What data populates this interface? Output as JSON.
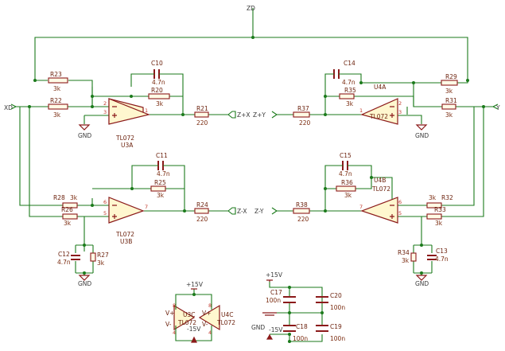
{
  "nets": {
    "top": "ZD",
    "xd": "XD",
    "yd": "Y",
    "z_plus_x": "Z+X",
    "z_plus_y": "Z+Y",
    "z_minus_x": "Z-X",
    "z_minus_y": "Z-Y",
    "gnd": "GND",
    "vpos": "+15V",
    "vneg": "-15V"
  },
  "resistors": {
    "r23": {
      "ref": "R23",
      "value": "3k"
    },
    "r22": {
      "ref": "R22",
      "value": "3k"
    },
    "r20": {
      "ref": "R20",
      "value": "3k"
    },
    "r21": {
      "ref": "R21",
      "value": "220"
    },
    "r28": {
      "ref": "R28",
      "value": "3k"
    },
    "r26": {
      "ref": "R26",
      "value": "3k"
    },
    "r25": {
      "ref": "R25",
      "value": "3k"
    },
    "r24": {
      "ref": "R24",
      "value": "220"
    },
    "r27": {
      "ref": "R27",
      "value": "3k"
    },
    "r29": {
      "ref": "R29",
      "value": "3k"
    },
    "r31": {
      "ref": "R31",
      "value": "3k"
    },
    "r35": {
      "ref": "R35",
      "value": "3k"
    },
    "r37": {
      "ref": "R37",
      "value": "220"
    },
    "r36": {
      "ref": "R36",
      "value": "3k"
    },
    "r32": {
      "ref": "R32",
      "value": "3k"
    },
    "r33": {
      "ref": "R33",
      "value": "3k"
    },
    "r38": {
      "ref": "R38",
      "value": "220"
    },
    "r34": {
      "ref": "R34",
      "value": "3k"
    }
  },
  "capacitors": {
    "c10": {
      "ref": "C10",
      "value": "4.7n"
    },
    "c11": {
      "ref": "C11",
      "value": "4.7n"
    },
    "c12": {
      "ref": "C12",
      "value": "4.7n"
    },
    "c14": {
      "ref": "C14",
      "value": "4.7n"
    },
    "c15": {
      "ref": "C15",
      "value": "4.7n"
    },
    "c13": {
      "ref": "C13",
      "value": "4.7n"
    },
    "c17": {
      "ref": "C17",
      "value": "100n"
    },
    "c20": {
      "ref": "C20",
      "value": "100n"
    },
    "c18": {
      "ref": "C18",
      "value": "100n"
    },
    "c19": {
      "ref": "C19",
      "value": "100n"
    }
  },
  "opamps": {
    "u3a": {
      "ref": "U3A",
      "value": "TL072",
      "pins": [
        "2",
        "3",
        "1"
      ]
    },
    "u3b": {
      "ref": "U3B",
      "value": "TL072",
      "pins": [
        "6",
        "5",
        "7"
      ]
    },
    "u4a": {
      "ref": "U4A",
      "value": "TL072",
      "pins": [
        "2",
        "3",
        "1"
      ]
    },
    "u4b": {
      "ref": "U4B",
      "value": "TL072",
      "pins": [
        "6",
        "5",
        "7"
      ]
    },
    "u3c": {
      "ref": "U3C",
      "value": "TL072",
      "vplus": "V+",
      "vminus": "V-",
      "pin_top": "8",
      "pin_bot": "4"
    },
    "u4c": {
      "ref": "U4C",
      "value": "TL072",
      "vplus": "V+",
      "vminus": "V-",
      "pin_top": "8",
      "pin_bot": "4"
    }
  }
}
